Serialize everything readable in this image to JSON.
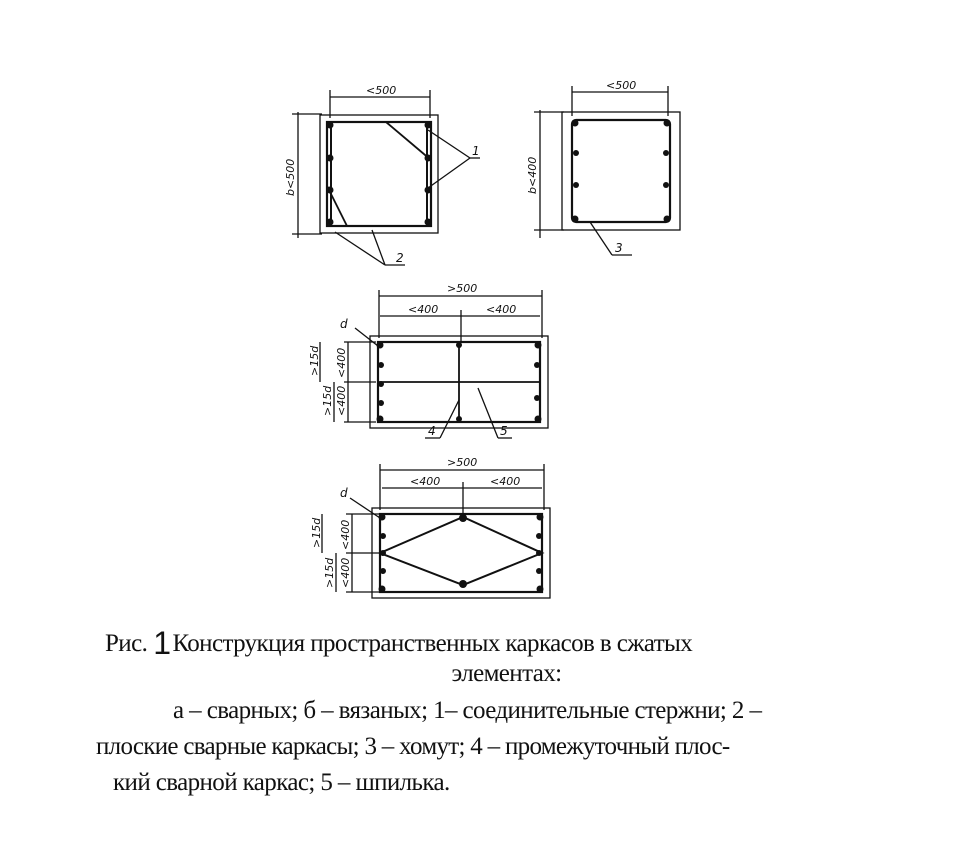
{
  "figure": {
    "dims": {
      "top_left_width": "<500",
      "top_left_height": "b<500",
      "top_right_width": "<500",
      "top_right_height": "b<400",
      "mid_total": ">500",
      "mid_seg1": "<400",
      "mid_seg2": "<400",
      "mid_v1": "<400",
      "mid_v2": "<400",
      "mid_s1": ">15d",
      "mid_s2": ">15d",
      "bot_total": ">500",
      "bot_seg1": "<400",
      "bot_seg2": "<400",
      "bot_v1": "<400",
      "bot_v2": "<400",
      "bot_s1": ">15d",
      "bot_s2": ">15d"
    },
    "labels": {
      "l1": "1",
      "l2": "2",
      "l3": "3",
      "l4": "4",
      "l5": "5",
      "d_mid": "d",
      "d_bot": "d"
    }
  },
  "caption": {
    "prefix": "Рис.",
    "number": "1",
    "title_line1": "Конструкция  пространственных каркасов в сжатых",
    "title_line2": "элементах:",
    "line3": "а – сварных; б – вязаных; 1– соединительные стержни; 2 –",
    "line4": "плоские сварные каркасы; 3 – хомут; 4 – промежуточный плос-",
    "line5": "кий сварной каркас; 5 – шпилька."
  }
}
